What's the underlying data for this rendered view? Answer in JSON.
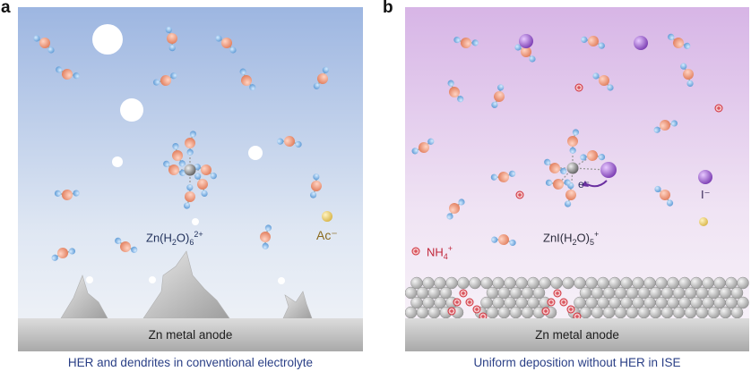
{
  "panels": [
    {
      "letter": "a",
      "complex_base": "Zn(H",
      "complex_sub1": "2",
      "complex_mid": "O)",
      "complex_sub2": "6",
      "complex_sup": "2+",
      "anion_label": "Ac⁻",
      "anode_label": "Zn metal anode",
      "caption": "HER and dendrites in conventional electrolyte"
    },
    {
      "letter": "b",
      "complex_base": "ZnI(H",
      "complex_sub1": "2",
      "complex_mid": "O)",
      "complex_sub2": "5",
      "complex_sup": "+",
      "ammonium_base": "NH",
      "ammonium_sub": "4",
      "ammonium_sup": "+",
      "iodide_label": "I⁻",
      "electron_label": "e⁻",
      "anode_label": "Zn metal anode",
      "caption": "Uniform deposition without HER in ISE"
    }
  ],
  "colors": {
    "panel_a_top": "#9fb8e2",
    "panel_a_bottom": "#eef2f8",
    "panel_b_top": "#d8b8e6",
    "panel_b_bottom": "#f7f1f8",
    "oxygen": "#e7967a",
    "hydrogen": "#7fb1e0",
    "zinc": "#8a8a8a",
    "iodide": "#8b4cc0",
    "acetate": "#e2c55a",
    "ammonium": "#d1303b",
    "anode": "#b9b9b9",
    "caption": "#2a3f86"
  }
}
